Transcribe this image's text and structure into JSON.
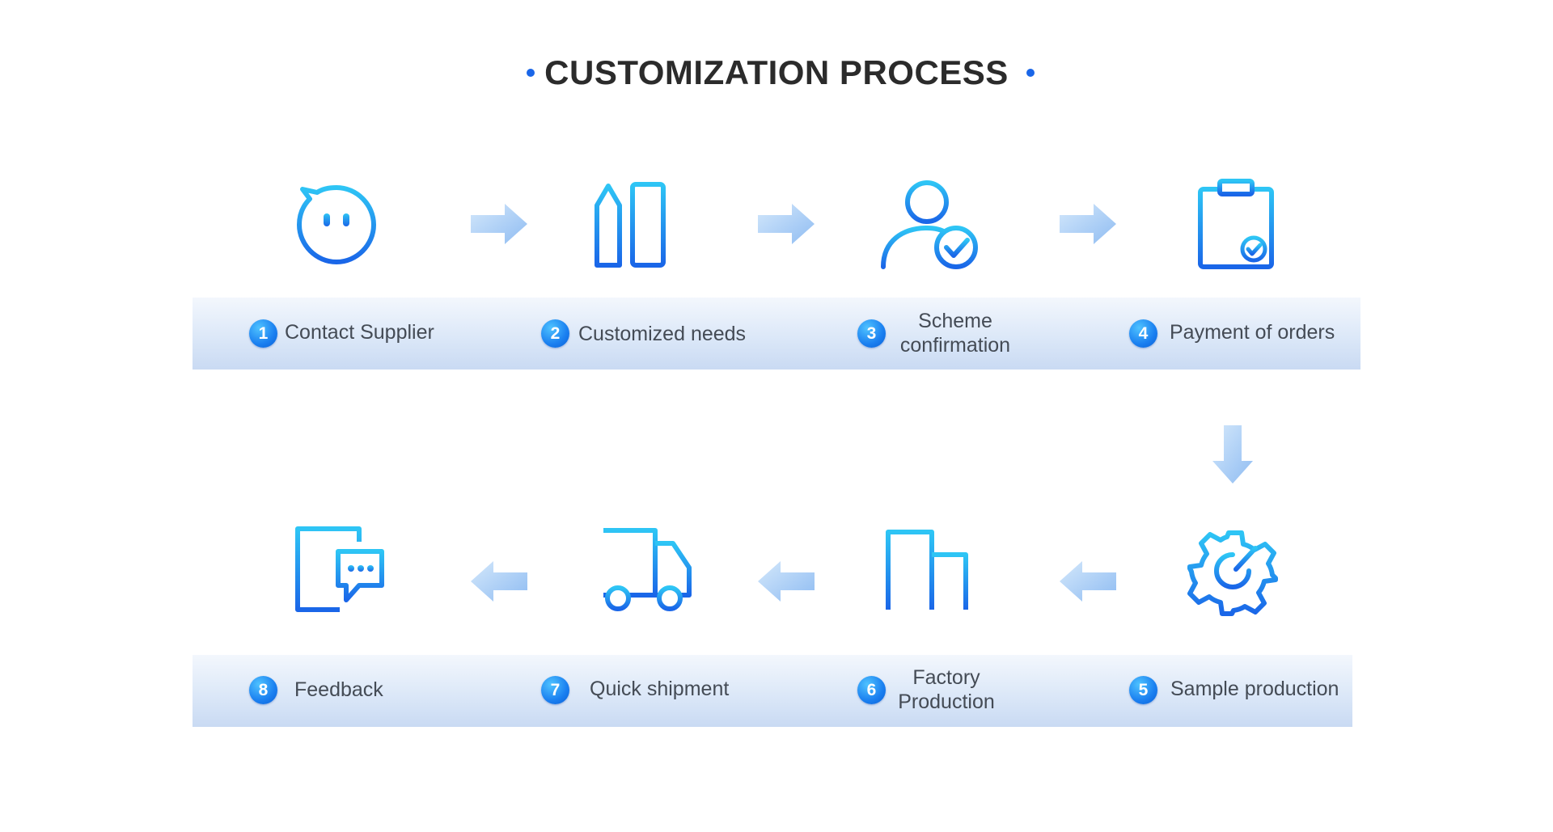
{
  "title": "CUSTOMIZATION PROCESS",
  "colors": {
    "accent": "#1a7ff0",
    "accent_light": "#2ec5f5",
    "band": "#dce8f8",
    "arrow": "#a9cdf5"
  },
  "steps": [
    {
      "num": "1",
      "label": "Contact Supplier",
      "icon": "chat-face-icon"
    },
    {
      "num": "2",
      "label": "Customized needs",
      "icon": "pencil-ruler-icon"
    },
    {
      "num": "3",
      "label": "Scheme confirmation",
      "icon": "user-check-icon"
    },
    {
      "num": "4",
      "label": "Payment of orders",
      "icon": "clipboard-check-icon"
    },
    {
      "num": "5",
      "label": "Sample production",
      "icon": "gear-icon"
    },
    {
      "num": "6",
      "label": "Factory Production",
      "icon": "factory-building-icon"
    },
    {
      "num": "7",
      "label": "Quick shipment",
      "icon": "delivery-truck-icon"
    },
    {
      "num": "8",
      "label": "Feedback",
      "icon": "feedback-document-icon"
    }
  ]
}
